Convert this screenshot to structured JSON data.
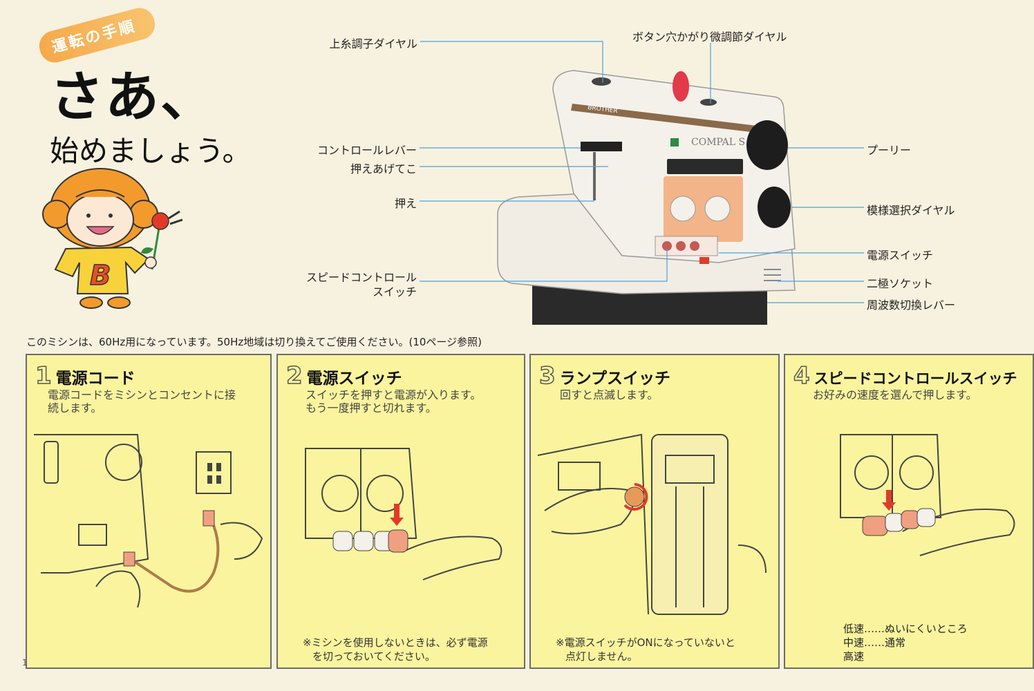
{
  "header": {
    "badge": "運転の手順",
    "title_line1": "さあ、",
    "title_line2": "始めましょう。",
    "mascot_letter": "B"
  },
  "machine": {
    "brand": "BROTHER",
    "model": "COMPAL S",
    "labels": {
      "thread_tension": "上糸調子ダイヤル",
      "buttonhole_dial": "ボタン穴かがり微調節ダイヤル",
      "control_lever": "コントロールレバー",
      "presser_lifter": "押えあげてこ",
      "presser_foot": "押え",
      "speed_switch_1": "スピードコントロール",
      "speed_switch_2": "スイッチ",
      "pulley": "プーリー",
      "pattern_dial": "模様選択ダイヤル",
      "power_switch": "電源スイッチ",
      "socket": "二極ソケット",
      "frequency_lever": "周波数切換レバー"
    }
  },
  "note": "このミシンは、60Hz用になっています。50Hz地域は切り換えてご使用ください。(10ページ参照)",
  "steps": [
    {
      "num": "1",
      "title": "電源コード",
      "desc1": "電源コードをミシンとコンセントに接",
      "desc2": "続します。"
    },
    {
      "num": "2",
      "title": "電源スイッチ",
      "desc1": "スイッチを押すと電源が入ります。",
      "desc2": "もう一度押すと切れます。",
      "foot1": "※ミシンを使用しないときは、必ず電源",
      "foot2": "を切っておいてください。"
    },
    {
      "num": "3",
      "title": "ランプスイッチ",
      "desc1": "回すと点滅します。",
      "foot1": "※電源スイッチがONになっていないと",
      "foot2": "点灯しません。"
    },
    {
      "num": "4",
      "title": "スピードコントロールスイッチ",
      "desc1": "お好みの速度を選んで押します。",
      "speed_low": "低速……ぬいにくいところ",
      "speed_normal": "中速……通常",
      "speed_high": "高速"
    }
  ],
  "page_number": "1",
  "colors": {
    "page_bg": "#f7f2df",
    "panel_bg": "#fbf49e",
    "leader_line": "#4aa3d9",
    "accent_orange": "#f6a94a",
    "arrow_red": "#e23a2a"
  }
}
